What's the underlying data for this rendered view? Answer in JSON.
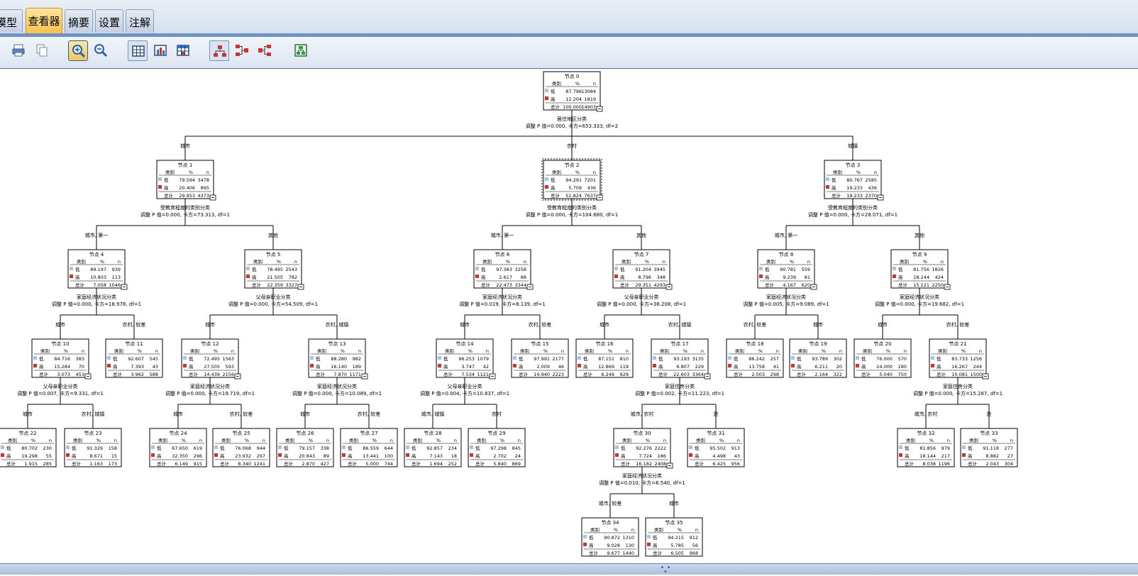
{
  "tabs": [
    {
      "label": "模型",
      "active": false
    },
    {
      "label": "查看器",
      "active": true
    },
    {
      "label": "摘要",
      "active": false
    },
    {
      "label": "设置",
      "active": false
    },
    {
      "label": "注解",
      "active": false
    }
  ],
  "toolbar": {
    "icons": [
      "print-icon",
      "copy-icon",
      "zoom-in-icon",
      "zoom-out-icon",
      "tree-table-icon",
      "bar-chart-icon",
      "table-grid-icon",
      "tree-top-down-icon",
      "tree-left-right-icon",
      "tree-right-left-icon",
      "tree-map-icon"
    ]
  },
  "tree": {
    "header": [
      "类别",
      "%",
      "n"
    ],
    "row_labels": [
      "低",
      "高",
      "总计"
    ],
    "colors": {
      "low": "#a9c2e0",
      "high": "#d3312f"
    },
    "nodes": [
      {
        "id": 0,
        "title": "节点 0",
        "rows": [
          [
            "低",
            "87.796",
            "13084"
          ],
          [
            "高",
            "12.204",
            "1819"
          ],
          [
            "总计",
            "100.000",
            "14903"
          ]
        ]
      },
      {
        "id": 1,
        "title": "节点 1",
        "rows": [
          [
            "低",
            "79.594",
            "3478"
          ],
          [
            "高",
            "20.406",
            "895"
          ],
          [
            "总计",
            "29.953",
            "4373"
          ]
        ]
      },
      {
        "id": 2,
        "title": "节点 2",
        "rows": [
          [
            "低",
            "94.291",
            "7201"
          ],
          [
            "高",
            "5.709",
            "436"
          ],
          [
            "总计",
            "51.824",
            "7637"
          ]
        ]
      },
      {
        "id": 3,
        "title": "节点 3",
        "rows": [
          [
            "低",
            "80.767",
            "2585"
          ],
          [
            "高",
            "19.233",
            "436"
          ],
          [
            "总计",
            "19.233",
            "2370"
          ]
        ]
      },
      {
        "id": 4,
        "title": "节点 4",
        "rows": [
          [
            "低",
            "89.197",
            "939"
          ],
          [
            "高",
            "10.803",
            "113"
          ],
          [
            "总计",
            "7.058",
            "1046"
          ]
        ]
      },
      {
        "id": 5,
        "title": "节点 5",
        "rows": [
          [
            "低",
            "78.495",
            "2543"
          ],
          [
            "高",
            "21.505",
            "782"
          ],
          [
            "总计",
            "22.359",
            "3327"
          ]
        ]
      },
      {
        "id": 6,
        "title": "节点 6",
        "rows": [
          [
            "低",
            "97.383",
            "3258"
          ],
          [
            "高",
            "2.617",
            "88"
          ],
          [
            "总计",
            "22.473",
            "3344"
          ]
        ]
      },
      {
        "id": 7,
        "title": "节点 7",
        "rows": [
          [
            "低",
            "91.204",
            "3945"
          ],
          [
            "高",
            "8.796",
            "348"
          ],
          [
            "总计",
            "29.351",
            "4293"
          ]
        ]
      },
      {
        "id": 8,
        "title": "节点 8",
        "rows": [
          [
            "低",
            "90.781",
            "559"
          ],
          [
            "高",
            "9.239",
            "81"
          ],
          [
            "总计",
            "4.167",
            "620"
          ]
        ]
      },
      {
        "id": 9,
        "title": "节点 9",
        "rows": [
          [
            "低",
            "81.756",
            "1826"
          ],
          [
            "高",
            "18.244",
            "424"
          ],
          [
            "总计",
            "15.121",
            "2250"
          ]
        ]
      },
      {
        "id": 10,
        "title": "节点 10",
        "rows": [
          [
            "低",
            "84.716",
            "383"
          ],
          [
            "高",
            "15.284",
            "70"
          ],
          [
            "总计",
            "3.073",
            "453"
          ]
        ]
      },
      {
        "id": 11,
        "title": "节点 11",
        "rows": [
          [
            "低",
            "92.607",
            "545"
          ],
          [
            "高",
            "7.393",
            "43"
          ],
          [
            "总计",
            "3.962",
            "588"
          ]
        ]
      },
      {
        "id": 12,
        "title": "节点 12",
        "rows": [
          [
            "低",
            "72.495",
            "1563"
          ],
          [
            "高",
            "27.505",
            "593"
          ],
          [
            "总计",
            "14.439",
            "2156"
          ]
        ]
      },
      {
        "id": 13,
        "title": "节点 13",
        "rows": [
          [
            "低",
            "88.280",
            "982"
          ],
          [
            "高",
            "16.140",
            "189"
          ],
          [
            "总计",
            "7.870",
            "1171"
          ]
        ]
      },
      {
        "id": 14,
        "title": "节点 14",
        "rows": [
          [
            "低",
            "96.253",
            "1079"
          ],
          [
            "高",
            "3.747",
            "42"
          ],
          [
            "总计",
            "7.534",
            "1121"
          ]
        ]
      },
      {
        "id": 15,
        "title": "节点 15",
        "rows": [
          [
            "低",
            "97.991",
            "2177"
          ],
          [
            "高",
            "2.009",
            "46"
          ],
          [
            "总计",
            "14.940",
            "2223"
          ]
        ]
      },
      {
        "id": 16,
        "title": "节点 16",
        "rows": [
          [
            "低",
            "87.151",
            "810"
          ],
          [
            "高",
            "12.869",
            "119"
          ],
          [
            "总计",
            "6.249",
            "929"
          ]
        ]
      },
      {
        "id": 17,
        "title": "节点 17",
        "rows": [
          [
            "低",
            "93.193",
            "3135"
          ],
          [
            "高",
            "6.807",
            "229"
          ],
          [
            "总计",
            "22.603",
            "3364"
          ]
        ]
      },
      {
        "id": 18,
        "title": "节点 18",
        "rows": [
          [
            "低",
            "86.242",
            "257"
          ],
          [
            "高",
            "13.758",
            "41"
          ],
          [
            "总计",
            "2.003",
            "298"
          ]
        ]
      },
      {
        "id": 19,
        "title": "节点 19",
        "rows": [
          [
            "低",
            "93.789",
            "302"
          ],
          [
            "高",
            "6.211",
            "20"
          ],
          [
            "总计",
            "2.164",
            "322"
          ]
        ]
      },
      {
        "id": 20,
        "title": "节点 20",
        "rows": [
          [
            "低",
            "76.000",
            "570"
          ],
          [
            "高",
            "24.000",
            "180"
          ],
          [
            "总计",
            "5.040",
            "750"
          ]
        ]
      },
      {
        "id": 21,
        "title": "节点 21",
        "rows": [
          [
            "低",
            "83.733",
            "1256"
          ],
          [
            "高",
            "16.267",
            "244"
          ],
          [
            "总计",
            "10.081",
            "1500"
          ]
        ]
      },
      {
        "id": 22,
        "title": "节点 22",
        "rows": [
          [
            "低",
            "80.702",
            "230"
          ],
          [
            "高",
            "19.298",
            "55"
          ],
          [
            "总计",
            "1.915",
            "285"
          ]
        ]
      },
      {
        "id": 23,
        "title": "节点 23",
        "rows": [
          [
            "低",
            "91.329",
            "158"
          ],
          [
            "高",
            "8.671",
            "15"
          ],
          [
            "总计",
            "1.163",
            "173"
          ]
        ]
      },
      {
        "id": 24,
        "title": "节点 24",
        "rows": [
          [
            "低",
            "67.650",
            "619"
          ],
          [
            "高",
            "32.350",
            "296"
          ],
          [
            "总计",
            "6.149",
            "915"
          ]
        ]
      },
      {
        "id": 25,
        "title": "节点 25",
        "rows": [
          [
            "低",
            "76.068",
            "944"
          ],
          [
            "高",
            "23.932",
            "297"
          ],
          [
            "总计",
            "8.340",
            "1241"
          ]
        ]
      },
      {
        "id": 26,
        "title": "节点 26",
        "rows": [
          [
            "低",
            "79.157",
            "338"
          ],
          [
            "高",
            "20.843",
            "89"
          ],
          [
            "总计",
            "2.870",
            "427"
          ]
        ]
      },
      {
        "id": 27,
        "title": "节点 27",
        "rows": [
          [
            "低",
            "86.559",
            "644"
          ],
          [
            "高",
            "13.441",
            "100"
          ],
          [
            "总计",
            "5.000",
            "744"
          ]
        ]
      },
      {
        "id": 28,
        "title": "节点 28",
        "rows": [
          [
            "低",
            "92.857",
            "234"
          ],
          [
            "高",
            "7.143",
            "18"
          ],
          [
            "总计",
            "1.694",
            "252"
          ]
        ]
      },
      {
        "id": 29,
        "title": "节点 29",
        "rows": [
          [
            "低",
            "97.298",
            "845"
          ],
          [
            "高",
            "2.702",
            "24"
          ],
          [
            "总计",
            "5.840",
            "869"
          ]
        ]
      },
      {
        "id": 30,
        "title": "节点 30",
        "rows": [
          [
            "低",
            "92.276",
            "2222"
          ],
          [
            "高",
            "7.724",
            "186"
          ],
          [
            "总计",
            "16.182",
            "2408"
          ]
        ]
      },
      {
        "id": 31,
        "title": "节点 31",
        "rows": [
          [
            "低",
            "95.502",
            "913"
          ],
          [
            "高",
            "4.498",
            "43"
          ],
          [
            "总计",
            "6.425",
            "956"
          ]
        ]
      },
      {
        "id": 32,
        "title": "节点 32",
        "rows": [
          [
            "低",
            "81.856",
            "979"
          ],
          [
            "高",
            "18.144",
            "217"
          ],
          [
            "总计",
            "8.038",
            "1196"
          ]
        ]
      },
      {
        "id": 33,
        "title": "节点 33",
        "rows": [
          [
            "低",
            "91.118",
            "277"
          ],
          [
            "高",
            "8.882",
            "27"
          ],
          [
            "总计",
            "2.043",
            "304"
          ]
        ]
      },
      {
        "id": 34,
        "title": "节点 34",
        "rows": [
          [
            "低",
            "90.872",
            "1310"
          ],
          [
            "高",
            "9.028",
            "130"
          ],
          [
            "总计",
            "9.677",
            "1440"
          ]
        ]
      },
      {
        "id": 35,
        "title": "节点 35",
        "rows": [
          [
            "低",
            "94.215",
            "912"
          ],
          [
            "高",
            "5.785",
            "56"
          ],
          [
            "总计",
            "6.505",
            "968"
          ]
        ]
      }
    ],
    "splits": [
      {
        "node": 0,
        "var": "居住地区分类",
        "stat": "调整 P 值=0.000, 卡方=653.333, df=2"
      },
      {
        "node": 1,
        "var": "受教育程度的类别分类",
        "stat": "调整 P 值=0.000, 卡方=73.313, df=1"
      },
      {
        "node": 2,
        "var": "受教育程度的类别分类",
        "stat": "调整 P 值=0.000, 卡方=104.680, df=1"
      },
      {
        "node": 3,
        "var": "受教育程度的类别分类",
        "stat": "调整 P 值=0.000, 卡方=28.071, df=1"
      },
      {
        "node": 4,
        "var": "家庭经济状况分类",
        "stat": "调整 P 值=0.000, 卡方=18.978, df=1"
      },
      {
        "node": 5,
        "var": "父母亲职业分类",
        "stat": "调整 P 值=0.000, 卡方=54.509, df=1"
      },
      {
        "node": 6,
        "var": "家庭经济状况分类",
        "stat": "调整 P 值=0.019, 卡方=8.139, df=1"
      },
      {
        "node": 7,
        "var": "父母亲职业分类",
        "stat": "调整 P 值=0.000, 卡方=36.208, df=1"
      },
      {
        "node": 8,
        "var": "家庭经济状况分类",
        "stat": "调整 P 值=0.005, 卡方=9.089, df=1"
      },
      {
        "node": 9,
        "var": "家庭经济状况分类",
        "stat": "调整 P 值=0.000, 卡方=19.682, df=1"
      },
      {
        "node": 10,
        "var": "父母亲职业分类",
        "stat": "调整 P 值=0.007, 卡方=9.331, df=1"
      },
      {
        "node": 12,
        "var": "家庭经济状况分类",
        "stat": "调整 P 值=0.000, 卡方=19.719, df=1"
      },
      {
        "node": 13,
        "var": "家庭经济状况分类",
        "stat": "调整 P 值=0.000, 卡方=10.089, df=1"
      },
      {
        "node": 14,
        "var": "父母亲职业分类",
        "stat": "调整 P 值=0.004, 卡方=10.837, df=1"
      },
      {
        "node": 17,
        "var": "家庭住房分类",
        "stat": "调整 P 值=0.002, 卡方=11.223, df=1"
      },
      {
        "node": 21,
        "var": "家庭住房分类",
        "stat": "调整 P 值=0.000, 卡方=15.287, df=1"
      },
      {
        "node": 30,
        "var": "家庭经济状况分类",
        "stat": "调整 P 值=0.010, 卡方=6.540, df=1"
      }
    ],
    "edges": [
      {
        "p": 0,
        "c": 1,
        "label": "城市"
      },
      {
        "p": 0,
        "c": 2,
        "label": "农村"
      },
      {
        "p": 0,
        "c": 3,
        "label": "城镇"
      },
      {
        "p": 1,
        "c": 4,
        "label": "城市, 第一"
      },
      {
        "p": 1,
        "c": 5,
        "label": "其他"
      },
      {
        "p": 2,
        "c": 6,
        "label": "城市, 第一"
      },
      {
        "p": 2,
        "c": 7,
        "label": "其他"
      },
      {
        "p": 3,
        "c": 8,
        "label": "城市, 第一"
      },
      {
        "p": 3,
        "c": 9,
        "label": "其他"
      },
      {
        "p": 4,
        "c": 10,
        "label": "城市"
      },
      {
        "p": 4,
        "c": 11,
        "label": "农村, 较差"
      },
      {
        "p": 5,
        "c": 12,
        "label": "城市"
      },
      {
        "p": 5,
        "c": 13,
        "label": "农村, 城镇"
      },
      {
        "p": 6,
        "c": 14,
        "label": "城市"
      },
      {
        "p": 6,
        "c": 15,
        "label": "农村, 较差"
      },
      {
        "p": 7,
        "c": 16,
        "label": "城市"
      },
      {
        "p": 7,
        "c": 17,
        "label": "农村, 城镇"
      },
      {
        "p": 8,
        "c": 18,
        "label": "农村, 较差"
      },
      {
        "p": 8,
        "c": 19,
        "label": "城市"
      },
      {
        "p": 9,
        "c": 20,
        "label": "城市"
      },
      {
        "p": 9,
        "c": 21,
        "label": "农村, 较差"
      },
      {
        "p": 10,
        "c": 22,
        "label": "城市"
      },
      {
        "p": 10,
        "c": 23,
        "label": "农村, 城镇"
      },
      {
        "p": 12,
        "c": 24,
        "label": "城市"
      },
      {
        "p": 12,
        "c": 25,
        "label": "农村, 较差"
      },
      {
        "p": 13,
        "c": 26,
        "label": "城市"
      },
      {
        "p": 13,
        "c": 27,
        "label": "农村, 较差"
      },
      {
        "p": 14,
        "c": 28,
        "label": "城市, 城镇"
      },
      {
        "p": 14,
        "c": 29,
        "label": "农村"
      },
      {
        "p": 17,
        "c": 30,
        "label": "城市, 农村"
      },
      {
        "p": 17,
        "c": 31,
        "label": "是"
      },
      {
        "p": 21,
        "c": 32,
        "label": "城市, 农村"
      },
      {
        "p": 21,
        "c": 33,
        "label": "是"
      },
      {
        "p": 30,
        "c": 34,
        "label": "城市, 较差"
      },
      {
        "p": 30,
        "c": 35,
        "label": "城市"
      }
    ]
  }
}
